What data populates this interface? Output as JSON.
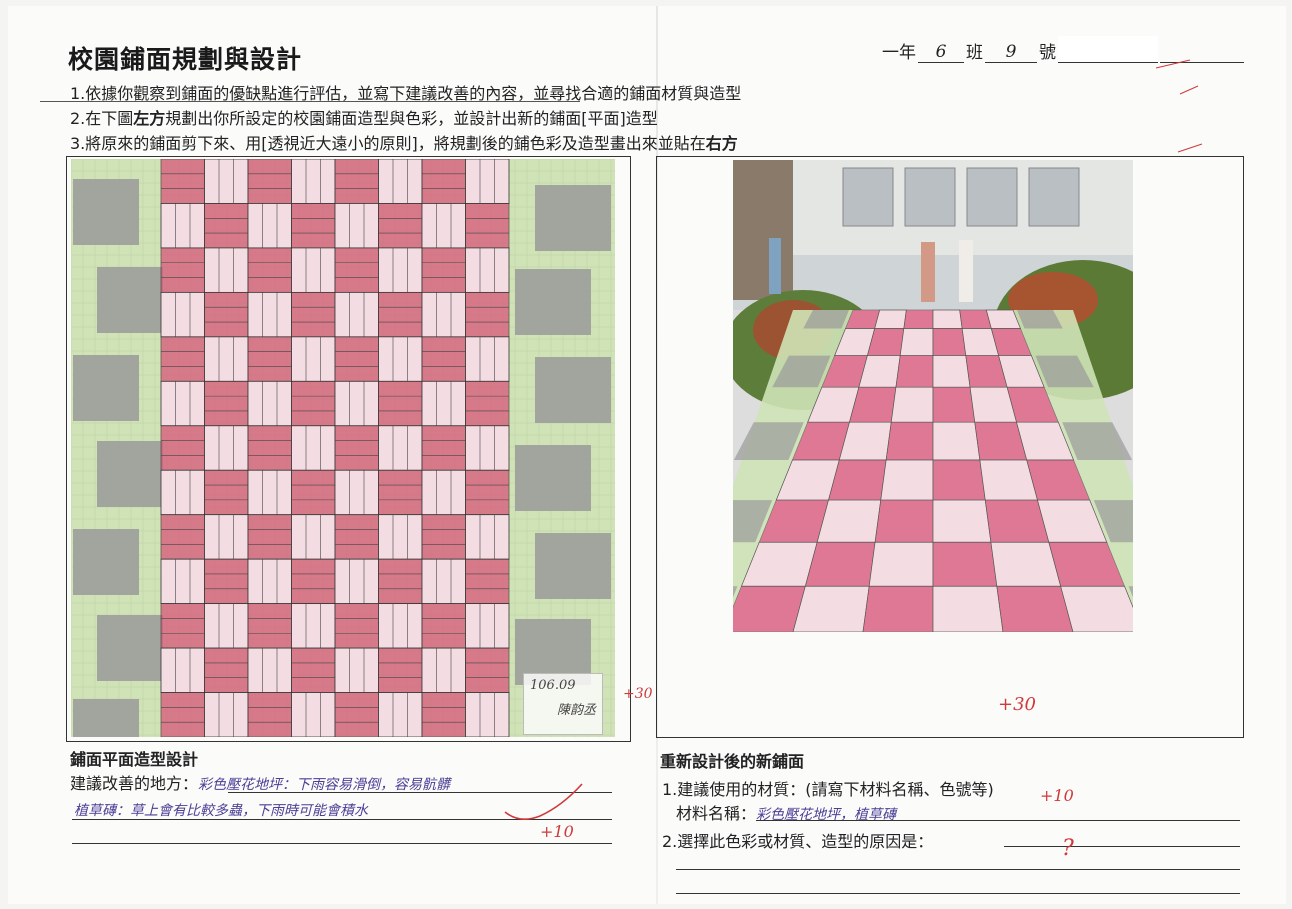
{
  "header": {
    "title": "校園鋪面規劃與設計",
    "grade_label": "一年",
    "class_value": "6",
    "class_label": "班",
    "number_value": "9",
    "number_label": "號"
  },
  "instructions": [
    "1.依據你觀察到鋪面的優缺點進行評估，並寫下建議改善的內容，並尋找合適的鋪面材質與造型",
    "2.在下圖左方規劃出你所設定的校園鋪面造型與色彩，並設計出新的鋪面[平面]造型",
    "3.將原來的鋪面剪下來、用[透視近大遠小的原則]，將規劃後的鋪色彩及造型畫出來並貼在右方"
  ],
  "instruction_parts": {
    "line2_a": "2.在下圖",
    "line2_bold": "左方",
    "line2_b": "規劃出你所設定的校園鋪面造型與色彩，並設計出新的鋪面[平面]造型",
    "line3_a": "3.將原來的鋪面剪下來、用[透視近大遠小的原則]，將規劃後的鋪色彩及造型畫出來並貼在",
    "line3_bold": "右方"
  },
  "left_section": {
    "title": "鋪面平面造型設計",
    "suggest_label": "建議改善的地方：",
    "answer_line1": "彩色壓花地坪：下雨容易滑倒，容易骯髒",
    "answer_line2": "植草磚：草上會有比較多蟲，下雨時可能會積水",
    "signature_date": "106.09",
    "signature_name": "陳韵丞"
  },
  "right_section": {
    "title": "重新設計後的新鋪面",
    "q1_label": "1.建議使用的材質：(請寫下材料名稱、色號等)",
    "material_label": "材料名稱：",
    "material_answer": "彩色壓花地坪，植草磚",
    "q2_label": "2.選擇此色彩或材質、造型的原因是："
  },
  "grades": {
    "mark_plan": "+30",
    "mark_persp": "+30",
    "mark_suggest": "+10",
    "mark_material": "+10",
    "mark_reason": "?"
  },
  "colors": {
    "pink_tile": "#d9577a",
    "light_tile": "#f3dde3",
    "grass": "#cfe3b6",
    "gray_block": "#9a9a9a",
    "grade_red": "#d0393a",
    "pen_blue": "#4a3f95"
  }
}
